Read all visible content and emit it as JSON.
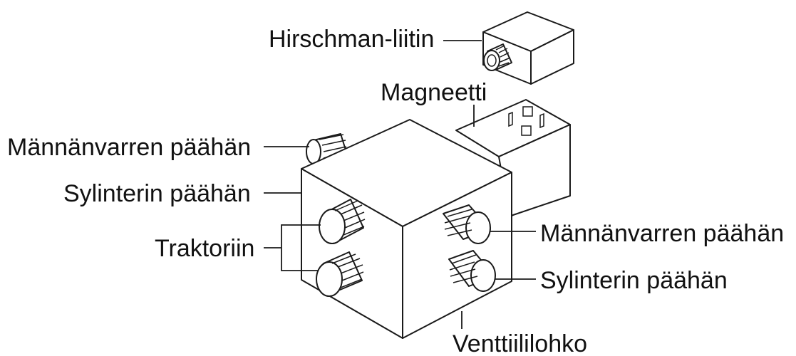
{
  "labels": {
    "hirschman": "Hirschman-liitin",
    "magneetti": "Magneetti",
    "mannanvarren_left": "Männänvarren päähän",
    "sylinterin_left": "Sylinterin päähän",
    "traktoriin": "Traktoriin",
    "mannanvarren_right": "Männänvarren päähän",
    "sylinterin_right": "Sylinterin päähän",
    "venttiililohko": "Venttiililohko"
  }
}
